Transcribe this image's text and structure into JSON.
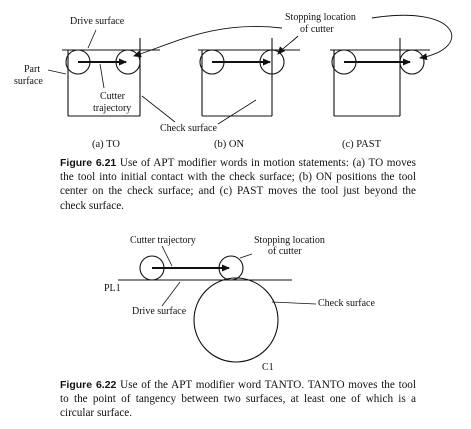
{
  "figure_6_21": {
    "labels": {
      "drive_surface": "Drive surface",
      "stopping_location": [
        "Stopping location",
        "of cutter"
      ],
      "part_surface": [
        "Part",
        "surface"
      ],
      "cutter_trajectory": [
        "Cutter",
        "trajectory"
      ],
      "check_surface": "Check surface"
    },
    "subcaptions": [
      "(a) TO",
      "(b) ON",
      "(c) PAST"
    ],
    "caption_number": "Figure 6.21",
    "caption_text": "Use of APT modifier words in motion statements: (a) TO moves the tool into initial contact with the check surface; (b) ON positions the tool center on the check surface; and (c) PAST moves the tool just beyond the check surface."
  },
  "figure_6_22": {
    "labels": {
      "cutter_trajectory": "Cutter trajectory",
      "stopping_location": [
        "Stopping location",
        "of cutter"
      ],
      "pl1": "PL1",
      "drive_surface": "Drive surface",
      "check_surface": "Check surface",
      "c1": "C1"
    },
    "caption_number": "Figure 6.22",
    "caption_text": "Use of the APT modifier word TANTO. TANTO moves the tool to the point of tangency between two surfaces, at least one of which is a circular surface."
  }
}
